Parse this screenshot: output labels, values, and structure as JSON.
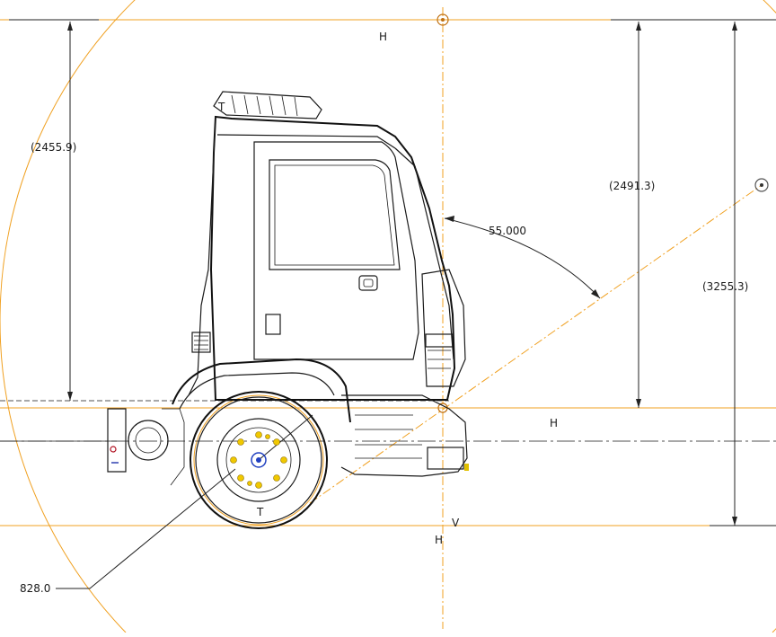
{
  "drawing": {
    "dimensions": {
      "left_height": "(2455.9)",
      "mid_height": "(2491.3)",
      "right_height": "(3255.3)",
      "tilt_angle": "55.000",
      "wheel_radius": "828.0"
    },
    "markers": {
      "h_top": "H",
      "h_mid": "H",
      "h_bottom": "H",
      "v_bottom": "V",
      "t_top": "T",
      "t_wheel": "T"
    },
    "colors": {
      "reference_lines": "#f0a020",
      "linework": "#1a1a1a",
      "background": "#ffffff"
    }
  }
}
